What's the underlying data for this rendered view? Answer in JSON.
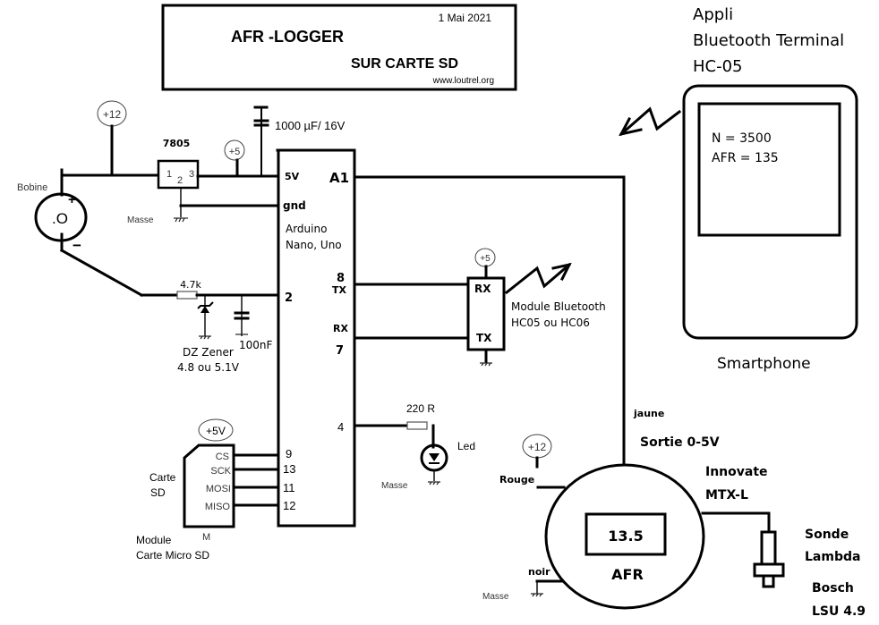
{
  "title_block": {
    "date": "1 Mai 2021",
    "title": "AFR -LOGGER",
    "subtitle": "SUR CARTE SD",
    "website": "www.loutrel.org"
  },
  "power": {
    "supply_12v": "+12",
    "supply_5v": "+5",
    "regulator": {
      "name": "7805",
      "pin1": "1",
      "pin2": "2",
      "pin3": "3"
    },
    "capacitor": "1000 µF/ 16V",
    "ground_label": "Masse"
  },
  "coil": {
    "label": "Bobine",
    "plus": "+",
    "minus": "−",
    "center": ".O"
  },
  "input_stage": {
    "resistor": "4.7k",
    "capacitor": "100nF",
    "zener_line1": "DZ Zener",
    "zener_line2": "4.8 ou 5.1V"
  },
  "arduino": {
    "line1": "Arduino",
    "line2": "Nano, Uno",
    "pins": {
      "v5": "5V",
      "gnd": "gnd",
      "a1": "A1",
      "p2": "2",
      "p8": "8",
      "tx": "TX",
      "rx": "RX",
      "p7": "7",
      "p4": "4",
      "p9": "9",
      "p13": "13",
      "p11": "11",
      "p12": "12"
    }
  },
  "bluetooth": {
    "supply": "+5",
    "rx": "RX",
    "tx": "TX",
    "line1": "Module Bluetooth",
    "line2": "HC05 ou HC06"
  },
  "led": {
    "resistor": "220 R",
    "label": "Led",
    "ground_label": "Masse"
  },
  "sd_card": {
    "supply": "+5V",
    "pins": [
      "CS",
      "SCK",
      "MOSI",
      "MISO"
    ],
    "label_line1": "Carte",
    "label_line2": "SD",
    "bottom_mark": "M",
    "module_line1": "Module",
    "module_line2": "Carte Micro SD"
  },
  "smartphone": {
    "app_line1": "Appli",
    "app_line2": "Bluetooth Terminal",
    "app_line3": "HC-05",
    "screen_line1": "N = 3500",
    "screen_line2": "AFR = 135",
    "label": "Smartphone"
  },
  "wideband": {
    "wire_yellow": "jaune",
    "output": "Sortie 0-5V",
    "brand_line1": "Innovate",
    "brand_line2": "MTX-L",
    "display_value": "13.5",
    "display_label": "AFR",
    "wire_red": "Rouge",
    "supply_12v": "+12",
    "wire_black": "noir",
    "ground_label": "Masse"
  },
  "sensor": {
    "line1": "Sonde",
    "line2": "Lambda",
    "line3": "Bosch",
    "line4": "LSU 4.9"
  }
}
